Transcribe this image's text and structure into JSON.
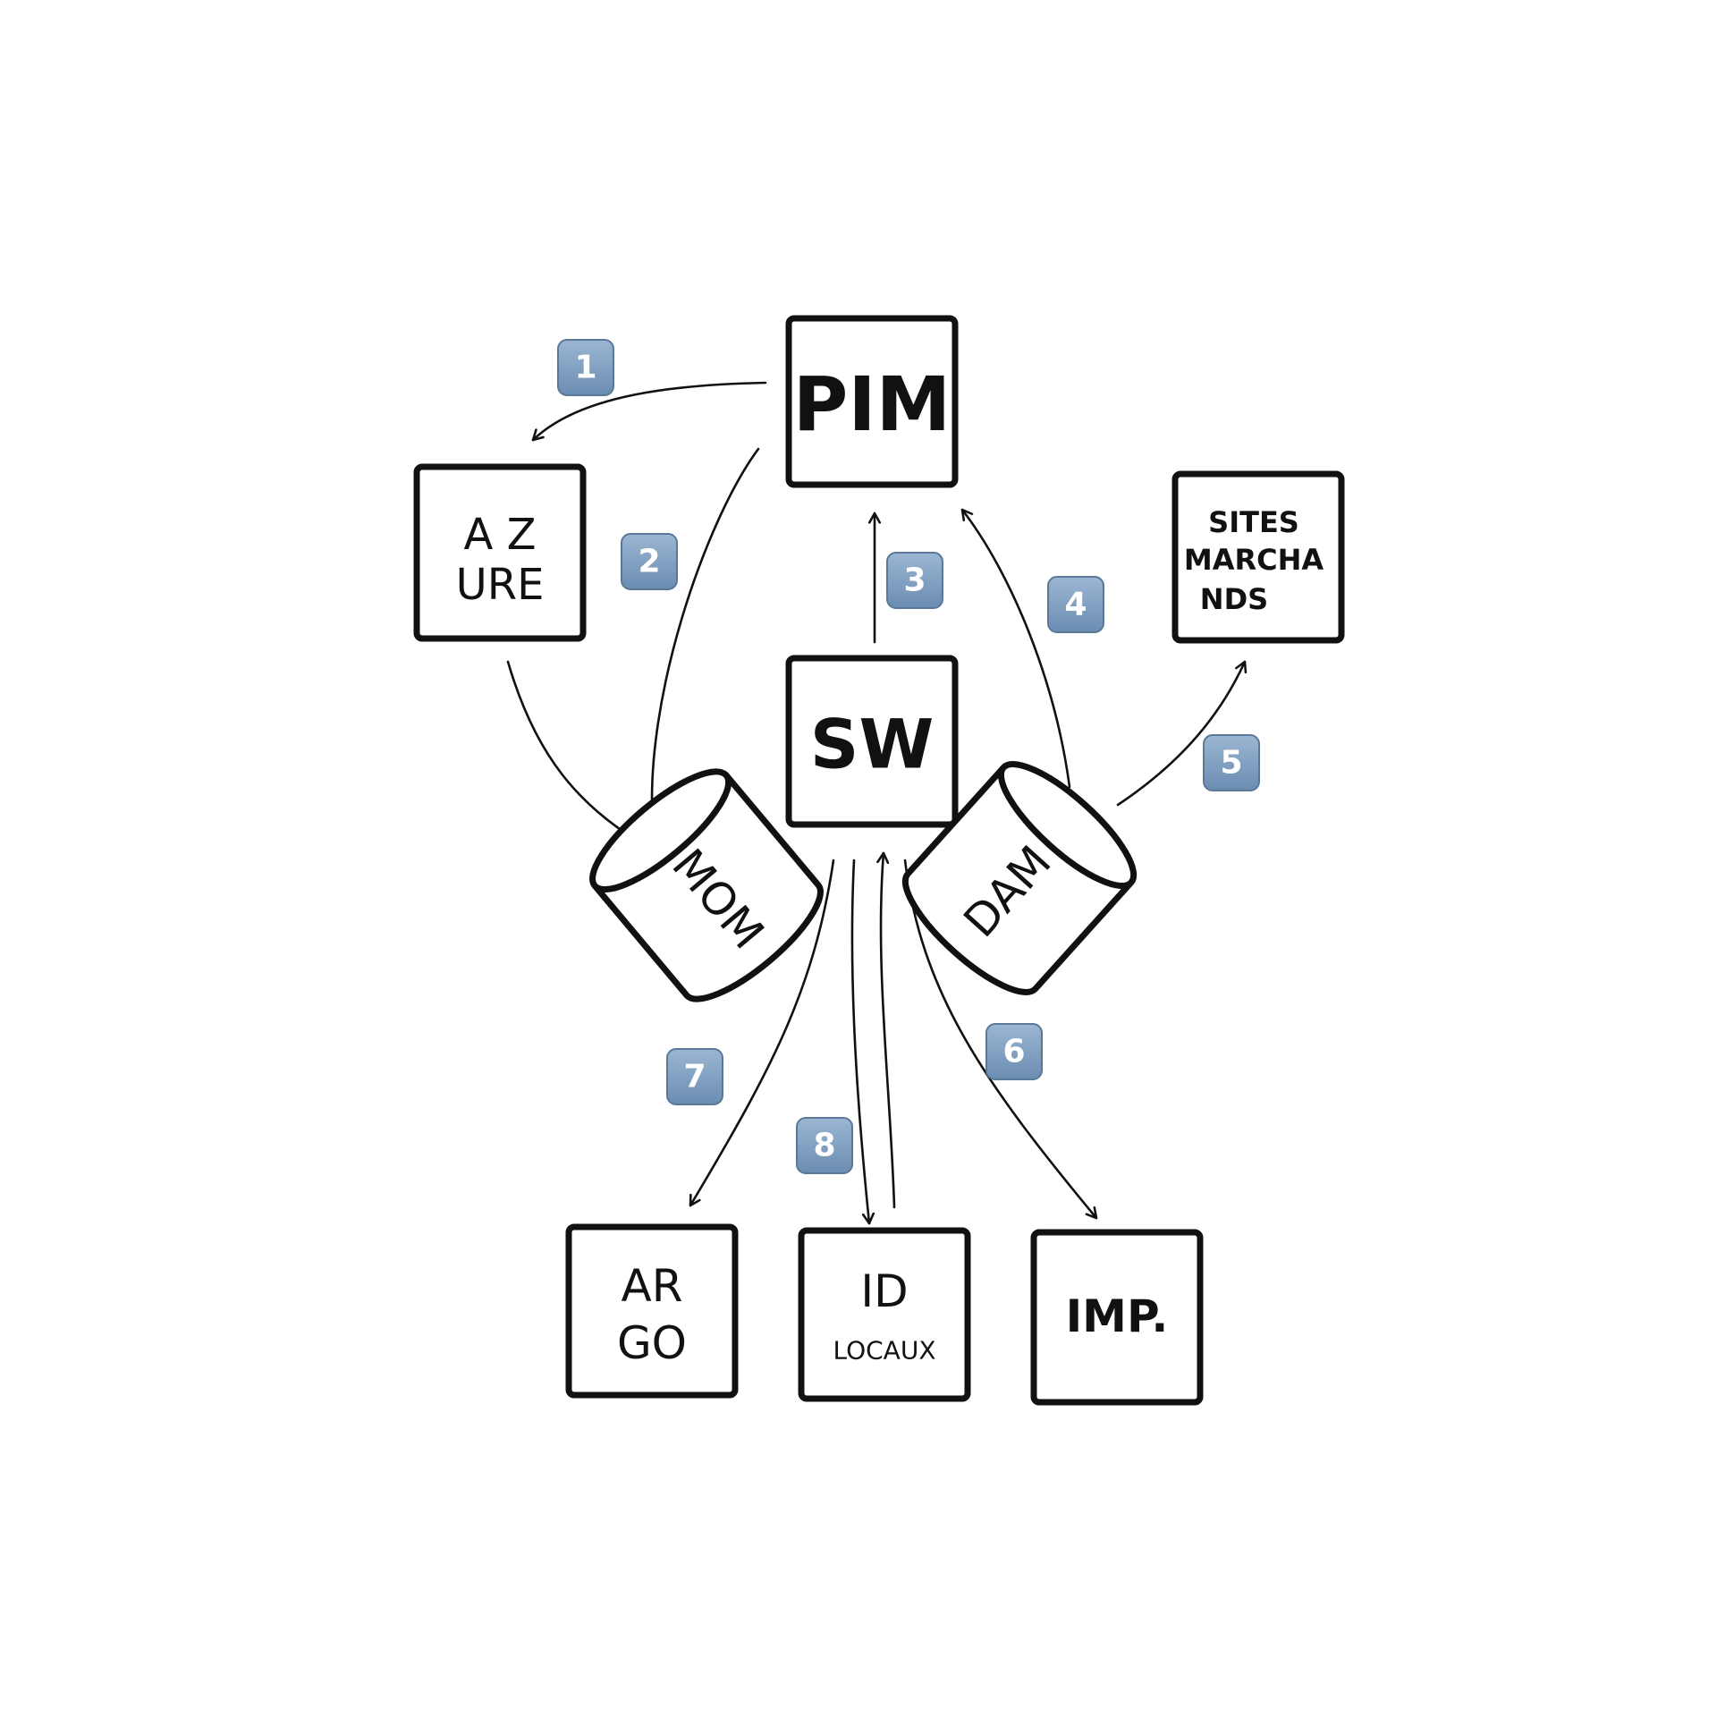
{
  "nodes": {
    "pim": {
      "lines": [
        "PIM"
      ]
    },
    "azure": {
      "lines": [
        "A Z",
        "URE"
      ]
    },
    "sites": {
      "lines": [
        "SITES",
        "MARCHA",
        "NDS"
      ]
    },
    "sw": {
      "lines": [
        "SW"
      ]
    },
    "mom": {
      "lines": [
        "MOM"
      ]
    },
    "dam": {
      "lines": [
        "DAM"
      ]
    },
    "argo": {
      "lines": [
        "AR",
        "GO"
      ]
    },
    "id": {
      "lines": [
        "ID",
        "LOCAUX"
      ]
    },
    "imp": {
      "lines": [
        "IMP."
      ]
    }
  },
  "badges": [
    "1",
    "2",
    "3",
    "4",
    "5",
    "6",
    "7",
    "8"
  ],
  "colors": {
    "ink": "#111111",
    "badge_fill": "#7f9ebf",
    "badge_text": "#ffffff"
  }
}
